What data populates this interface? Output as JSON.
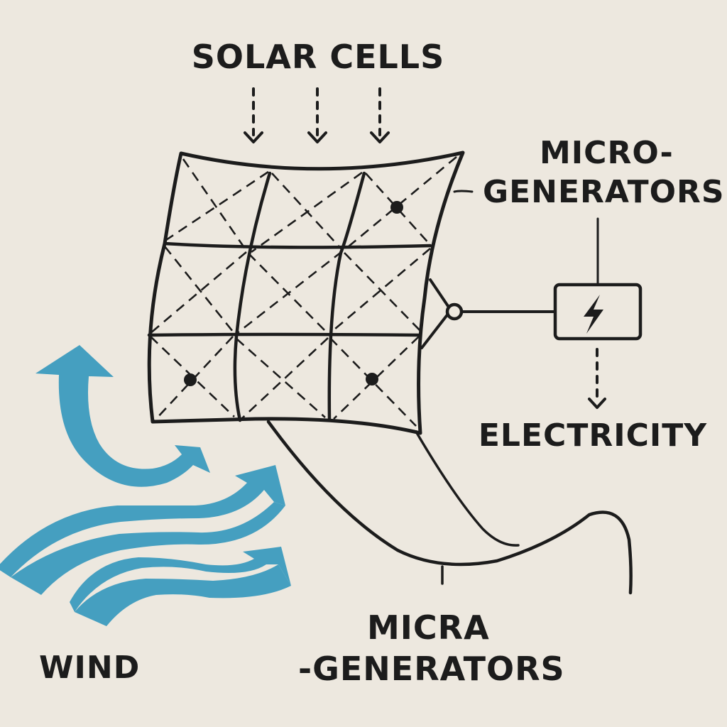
{
  "diagram": {
    "title": "Solar cells and wind-driven micro-generators on a flexible mesh",
    "labels": {
      "solar_cells": "SOLAR CELLS",
      "micro_generators_top_line1": "MICRO-",
      "micro_generators_top_line2": "GENERATORS",
      "electricity": "ELECTRICITY",
      "wind": "WIND",
      "micro_generators_bottom_line1": "MICRA",
      "micro_generators_bottom_line2": "-GENERATORS"
    },
    "icons": {
      "converter": "lightning-bolt-icon",
      "sun_rays": "dashed-down-arrow-icon",
      "wind": "curved-arrow-icon"
    },
    "colors": {
      "background": "#ede8df",
      "ink": "#1c1c1c",
      "wind": "#459fc0"
    },
    "mesh": {
      "rows": 3,
      "columns": 3,
      "micro_generator_nodes": 3
    }
  }
}
